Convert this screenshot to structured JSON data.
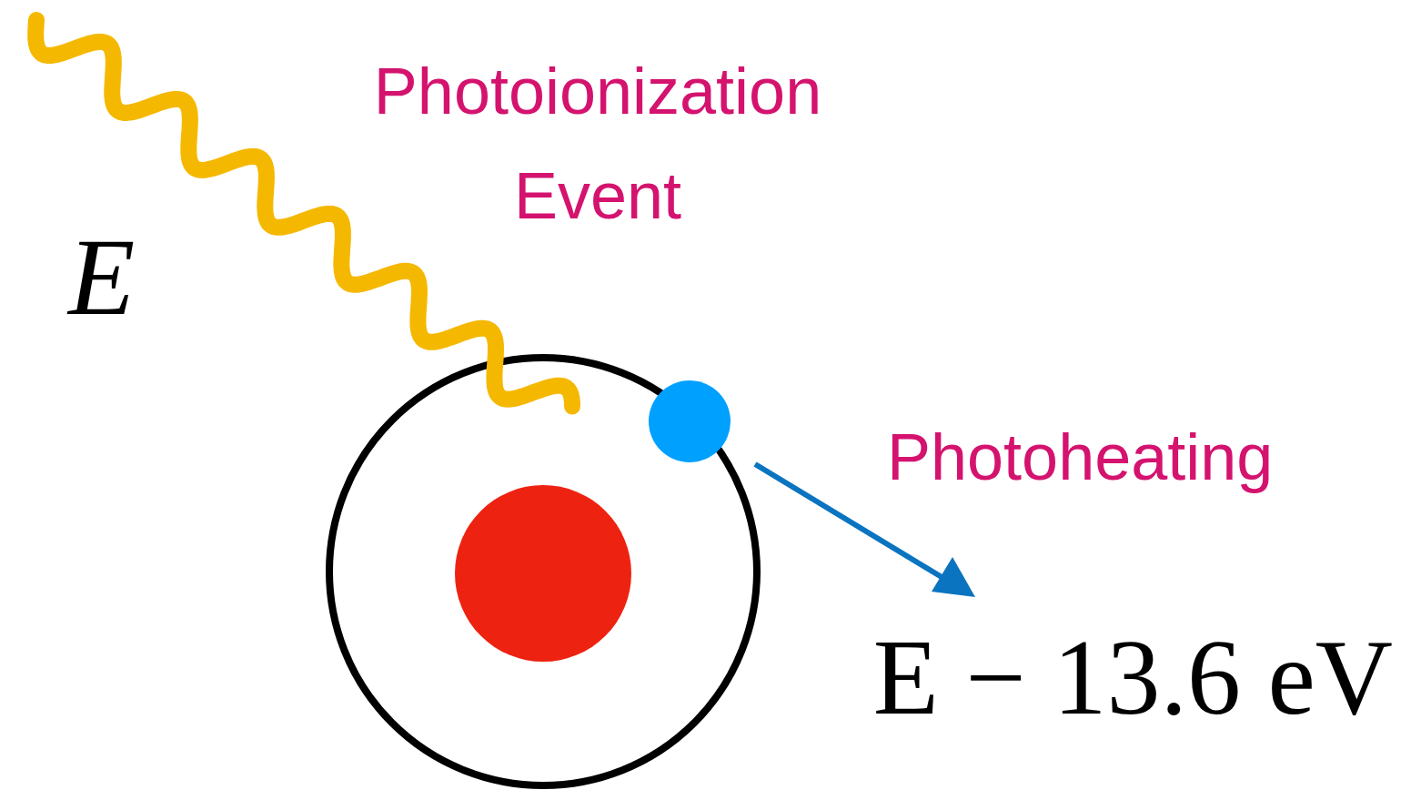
{
  "diagram": {
    "labels": [
      "Photoionization Event",
      "E",
      "Photoheating",
      "E − 13.6 eV"
    ]
  }
}
